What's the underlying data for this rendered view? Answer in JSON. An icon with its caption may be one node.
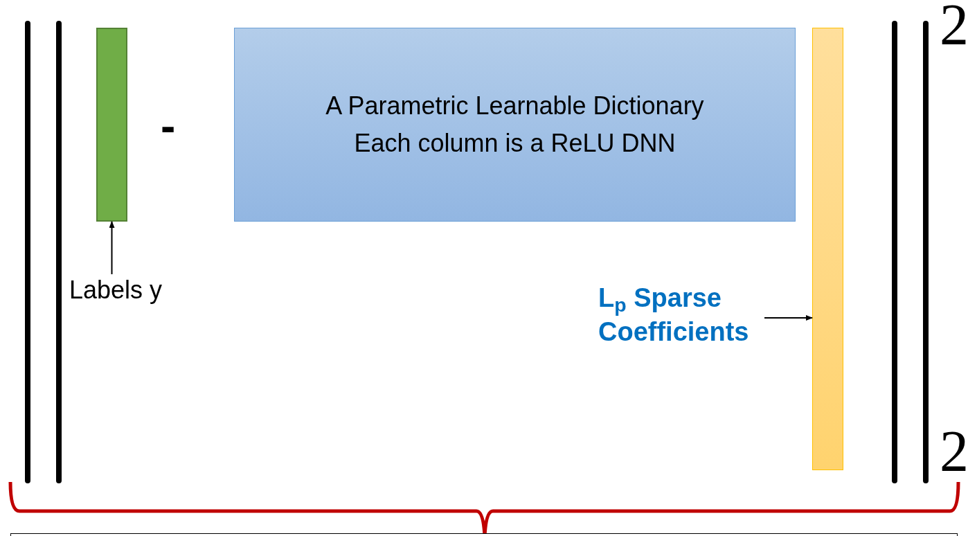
{
  "diagram": {
    "nodes": [
      {
        "text": [],
        "shape": "bar"
      },
      {
        "text": [
          "A Parametric Learnable Dictionary",
          "Each column is a ReLU DNN"
        ]
      },
      {
        "text": [],
        "shape": "bar"
      },
      {
        "text": [
          "Labels y"
        ]
      },
      {
        "text": [
          "L$_{p}$ Sparse Coefficients"
        ]
      },
      {
        "text": [],
        "shape": "box"
      }
    ],
    "edges": [
      {
        "from": 3,
        "to": 0,
        "arrow": "to"
      },
      {
        "from": 4,
        "to": 2,
        "arrow": "to"
      }
    ],
    "labels": [
      "-",
      "2",
      "2"
    ]
  }
}
